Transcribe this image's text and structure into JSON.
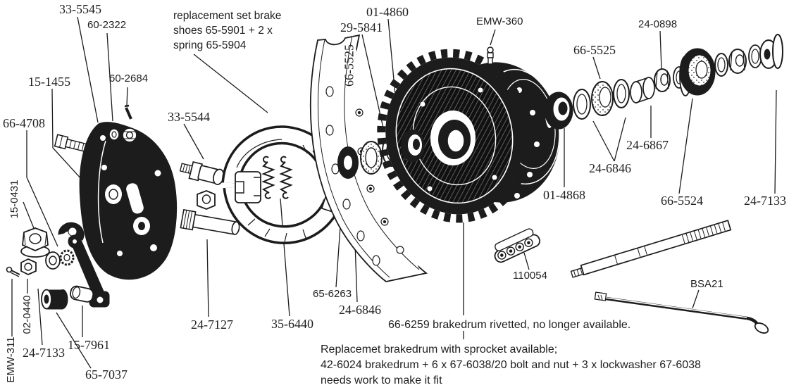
{
  "diagram": {
    "title": "BSA rear wheel hub and brake drum exploded parts diagram",
    "colors": {
      "background": "#ffffff",
      "ink": "#1c1c1c"
    }
  },
  "labels": {
    "p33_5545": "33-5545",
    "p60_2322": "60-2322",
    "p15_1455": "15-1455",
    "p60_2684": "60-2684",
    "p66_4708": "66-4708",
    "p33_5544": "33-5544",
    "p29_5841": "29-5841",
    "p66_5525_left": "66-5525",
    "p01_4860": "01-4860",
    "pEMW_360": "EMW-360",
    "p24_0898": "24-0898",
    "p66_5525_right": "66-5525",
    "p24_6867": "24-6867",
    "p24_6846_right": "24-6846",
    "p01_4868": "01-4868",
    "p66_5524": "66-5524",
    "p24_7133_right": "24-7133",
    "p15_0431": "15-0431",
    "p02_0440": "02-0440",
    "pEMW_311": "EMW-311",
    "p24_7133_left": "24-7133",
    "p15_7961": "15-7961",
    "p65_7037": "65-7037",
    "p24_7127": "24-7127",
    "p35_6440": "35-6440",
    "p65_6263": "65-6263",
    "p24_6846_bottom": "24-6846",
    "p110054": "110054",
    "pBSA21": "BSA21"
  },
  "notes": {
    "replacement_shoes": {
      "line1": "replacement set brake",
      "line2": "shoes 65-5901 + 2 x",
      "line3": "spring 65-5904"
    },
    "brakedrum_riveted": "66-6259 brakedrum rivetted, no longer available.",
    "replacement_drum": {
      "line1": "Replacemet brakedrum with sprocket available;",
      "line2": "42-6024 brakedrum + 6 x 67-6038/20 bolt and nut + 3 x lockwasher 67-6038",
      "line3": "needs work to make it fit"
    }
  }
}
